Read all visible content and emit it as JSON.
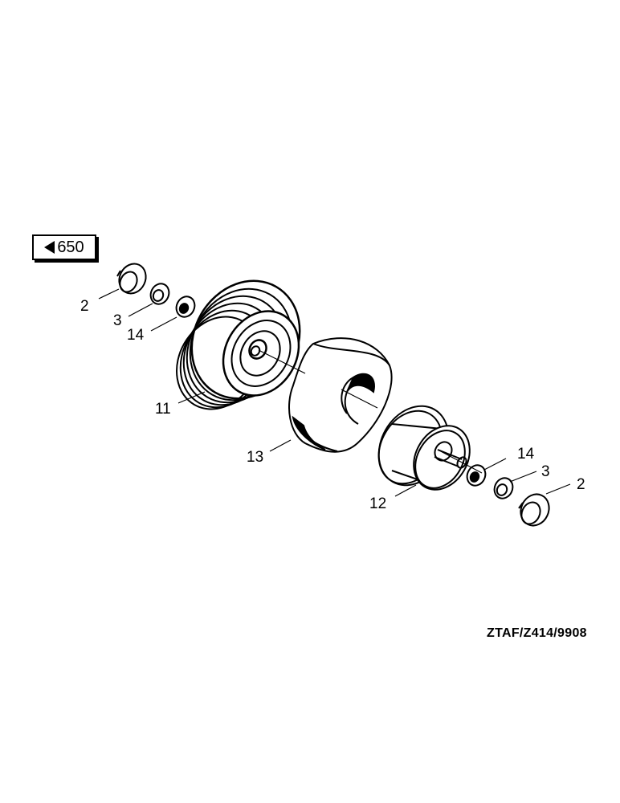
{
  "reference": {
    "page": "650",
    "icon": "arrow-left-icon"
  },
  "labels": {
    "bearing_cap_left": "2",
    "washer_left": "3",
    "bearing_left": "14",
    "tire": "11",
    "inner_tube": "13",
    "rim": "12",
    "bearing_right": "14",
    "washer_right": "3",
    "bearing_cap_right": "2"
  },
  "drawing_code": "ZTAF/Z414/9908"
}
